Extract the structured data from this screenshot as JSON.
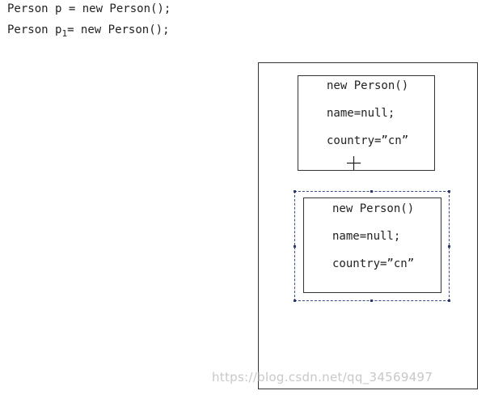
{
  "code": {
    "line1": "Person p = new Person();",
    "line2_prefix": "Person p",
    "line2_sub": "1",
    "line2_suffix": "= new Person();"
  },
  "objects": [
    {
      "constructor": "new Person()",
      "name_field": "name=null;",
      "country_field": "country=”cn”"
    },
    {
      "constructor": "new Person()",
      "name_field": "name=null;",
      "country_field": "country=”cn”"
    }
  ],
  "watermark": "https://blog.csdn.net/qq_34569497",
  "icons": {
    "cursor": "crosshair-move-icon"
  }
}
